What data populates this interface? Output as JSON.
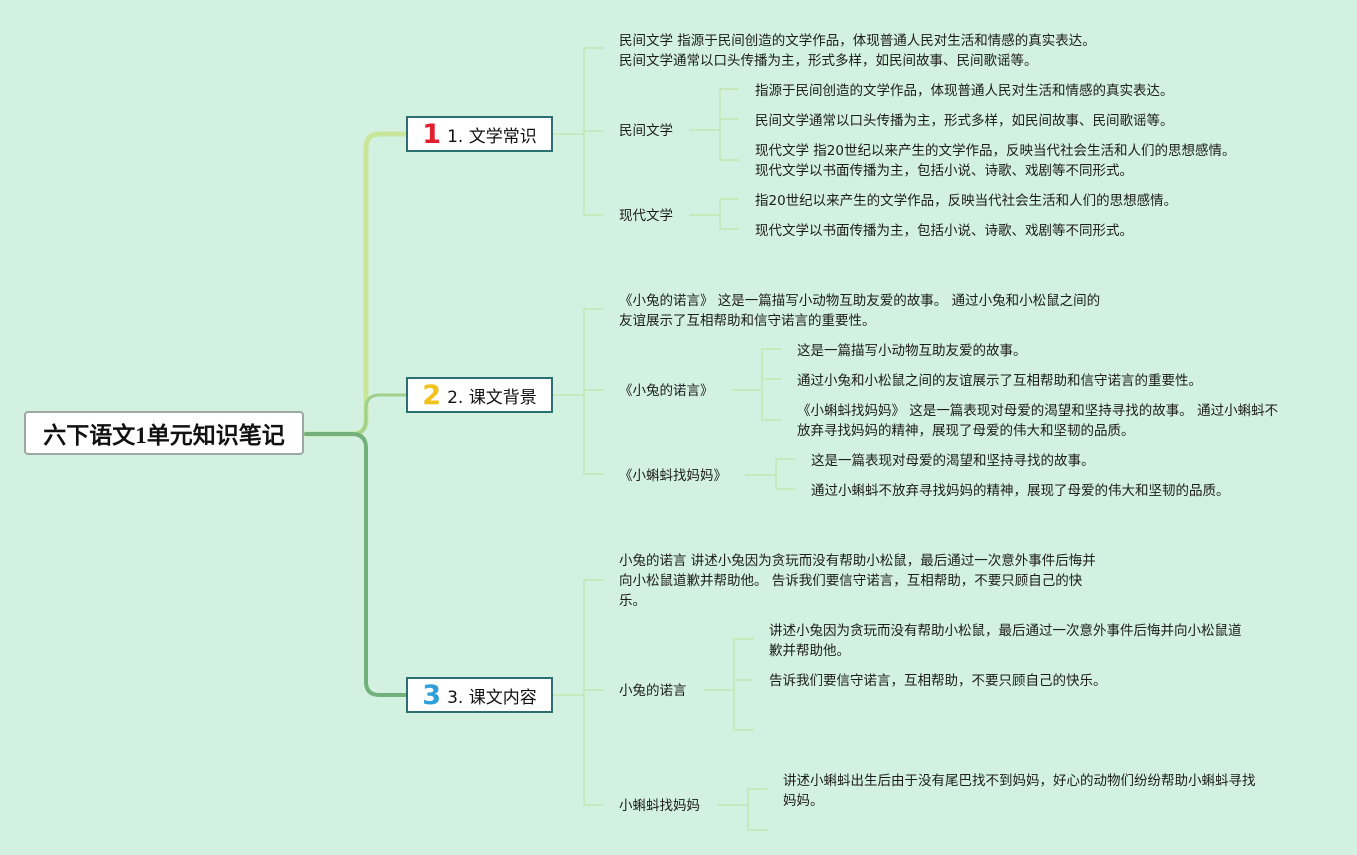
{
  "root": {
    "title": "六下语文1单元知识笔记"
  },
  "branches": [
    {
      "badge": "1",
      "label": "1. 文学常识",
      "summary": [
        "民间文学 指源于民间创造的文学作品，体现普通人民对生活和情感的真实表达。",
        "民间文学通常以口头传播为主，形式多样，如民间故事、民间歌谣等。"
      ],
      "topics": [
        {
          "label": "民间文学",
          "items": [
            [
              "指源于民间创造的文学作品，体现普通人民对生活和情感的真实表达。"
            ],
            [
              "民间文学通常以口头传播为主，形式多样，如民间故事、民间歌谣等。"
            ],
            [
              "现代文学 指20世纪以来产生的文学作品，反映当代社会生活和人们的思想感情。",
              "现代文学以书面传播为主，包括小说、诗歌、戏剧等不同形式。"
            ]
          ]
        },
        {
          "label": "现代文学",
          "items": [
            [
              "指20世纪以来产生的文学作品，反映当代社会生活和人们的思想感情。"
            ],
            [
              "现代文学以书面传播为主，包括小说、诗歌、戏剧等不同形式。"
            ]
          ]
        }
      ]
    },
    {
      "badge": "2",
      "label": "2. 课文背景",
      "summary": [
        "《小兔的诺言》 这是一篇描写小动物互助友爱的故事。 通过小兔和小松鼠之间的",
        "友谊展示了互相帮助和信守诺言的重要性。"
      ],
      "topics": [
        {
          "label": "《小兔的诺言》",
          "items": [
            [
              "这是一篇描写小动物互助友爱的故事。"
            ],
            [
              "通过小兔和小松鼠之间的友谊展示了互相帮助和信守诺言的重要性。"
            ],
            [
              "《小蝌蚪找妈妈》 这是一篇表现对母爱的渴望和坚持寻找的故事。 通过小蝌蚪不",
              "放弃寻找妈妈的精神，展现了母爱的伟大和坚韧的品质。"
            ]
          ]
        },
        {
          "label": "《小蝌蚪找妈妈》",
          "items": [
            [
              "这是一篇表现对母爱的渴望和坚持寻找的故事。"
            ],
            [
              "通过小蝌蚪不放弃寻找妈妈的精神，展现了母爱的伟大和坚韧的品质。"
            ]
          ]
        }
      ]
    },
    {
      "badge": "3",
      "label": "3. 课文内容",
      "summary": [
        "小兔的诺言 讲述小兔因为贪玩而没有帮助小松鼠，最后通过一次意外事件后悔并",
        "向小松鼠道歉并帮助他。 告诉我们要信守诺言，互相帮助，不要只顾自己的快",
        "乐。"
      ],
      "topics": [
        {
          "label": "小兔的诺言",
          "items": [
            [
              "讲述小兔因为贪玩而没有帮助小松鼠，最后通过一次意外事件后悔并向小松鼠道",
              "歉并帮助他。"
            ],
            [
              "告诉我们要信守诺言，互相帮助，不要只顾自己的快乐。"
            ],
            []
          ]
        },
        {
          "label": "小蝌蚪找妈妈",
          "items": [
            [
              "讲述小蝌蚪出生后由于没有尾巴找不到妈妈，好心的动物们纷纷帮助小蝌蚪寻找",
              "妈妈。"
            ],
            []
          ]
        }
      ]
    }
  ],
  "colors": {
    "background": "#d3f1e1",
    "connector_1": "#c9e59a",
    "connector_2": "#9fd08a",
    "connector_3": "#74b07c",
    "leaf_line": "#c5e6b2",
    "badge_1": "#e0202e",
    "badge_2": "#f1c21b",
    "badge_3": "#2f9fd8"
  }
}
